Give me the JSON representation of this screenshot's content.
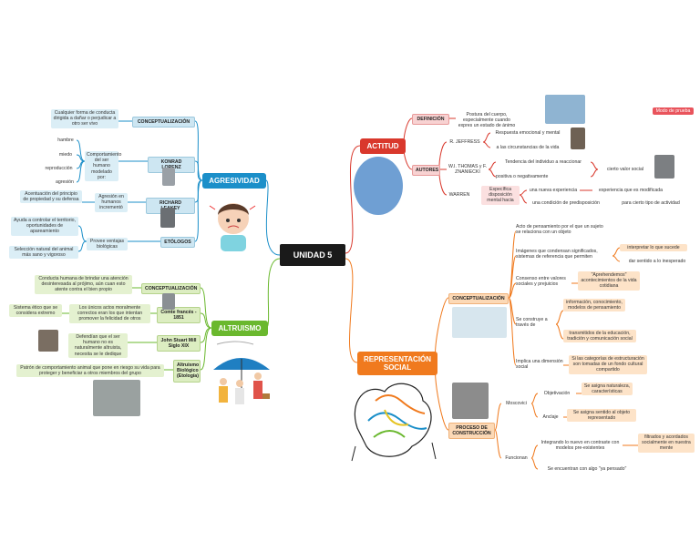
{
  "center": "UNIDAD 5",
  "badge": "Modo de prueba",
  "agresividad": {
    "title": "AGRESIVIDAD",
    "conceptualizacion": "CONCEPTUALIZACIÓN",
    "conceptualizacion_text": "Cualquier forma de conducta dirigida a dañar o perjudicar a otro ser vivo",
    "konrad": "KONRAD LORENZ",
    "konrad_text": "Comportamiento del ser humano modelado por:",
    "konrad_items": [
      "hambre",
      "miedo",
      "reproducción",
      "agresión"
    ],
    "leakey": "RICHARD LEAKEY",
    "leakey_text": "Agresión en humanos incrementó",
    "leakey_result": "Acentuación del principio de propiedad y su defensa",
    "etologos": "ETÓLOGOS",
    "etologos_text": "Provee ventajas biológicas",
    "etologos_items": [
      "Ayuda a controlar el territorio, oportunidades de apareamiento",
      "Selección natural del animal más sano y vigoroso"
    ]
  },
  "altruismo": {
    "title": "ALTRUISMO",
    "conceptualizacion": "CONCEPTUALIZACIÓN",
    "conceptualizacion_text": "Conducta humana de brindar una atención desinteresada al prójimo, aún cuan esto atente contra el bien propio",
    "comte": "Comte francés - 1851",
    "comte_text": "Los únicos actos moralmente correctos eran los que intentan promover la felicidad de otros",
    "comte_result": "Sistema ético que se considera extremo",
    "mill": "John Stuart Mill Siglo XIX",
    "mill_text": "Defendían que el ser humano no es naturalmente altruista, necesita se le dedique",
    "biologico": "Altruismo Biológico (Etología)",
    "biologico_text": "Patrón de comportamiento animal que pone en riesgo su vida para proteger y beneficiar a otros miembros del grupo"
  },
  "actitud": {
    "title": "ACTITUD",
    "definicion": "DEFINICIÓN",
    "definicion_text": "Postura del cuerpo, especialmente cuando expres un estado de ánimo",
    "autores": "AUTORES",
    "jeffress": "R. JEFFRESS",
    "jeffress_items": [
      "Respuesta emocional y mental",
      "a las circunstancias de la vida"
    ],
    "thomas": "W.I. THOMAS y F. ZNANIECKI",
    "thomas_items": [
      "Tendencia del individuo a reaccionar",
      "positiva o negativamente"
    ],
    "thomas_result": "cierto valor social",
    "warren": "WARREN",
    "warren_text": "Específica disposición mental hacia",
    "warren_items": [
      "una nueva experiencia",
      "una condición de predisposición"
    ],
    "warren_results": [
      "experiencia que es modificada",
      "para cierto tipo de actividad"
    ]
  },
  "representacion": {
    "title": "REPRESENTACIÓN SOCIAL",
    "conceptualizacion": "CONCEPTUALIZACIÓN",
    "items": [
      "Acto de pensamiento por el que un sujeto se relaciona con un objeto",
      "Imágenes que condensan significados, sistemas de referencia que permiten",
      "Consenso entre valores sociales y prejuicios",
      "Se construye a través de",
      "Implica una dimensión social"
    ],
    "imagenes_results": [
      "interpretar lo que sucede",
      "dar sentido a lo inesperado"
    ],
    "consenso_result": "\"Aprehendemos\" acontecimientos de la vida cotidiana",
    "construye_results": [
      "información, conocimiento, modelos de pensamiento",
      "transmitidos de la educación, tradición y comunicación social"
    ],
    "dimension_result": "Si las categorías de estructuración son tomadas de un fondo cultural compartido",
    "proceso": "PROCESO DE CONSTRUCCIÓN",
    "moscovici": "Moscovici",
    "objetivacion": "Objetivación",
    "objetivacion_text": "Se asigna naturaleza, características",
    "anclaje": "Anclaje",
    "anclaje_text": "Se asigna sentido al objeto representado",
    "funcionan": "Funcionan",
    "funcionan_items": [
      "Integrando lo nuevo en contraste con modelos pre-existentes",
      "Se encuentran con algo \"ya pensado\""
    ],
    "funcionan_result": "filtrados y acordados socialmente en nuestra mente"
  },
  "colors": {
    "agresividad": "#1b8fc9",
    "altruismo": "#6ab82e",
    "actitud": "#d9382c",
    "representacion": "#f07a1e"
  }
}
